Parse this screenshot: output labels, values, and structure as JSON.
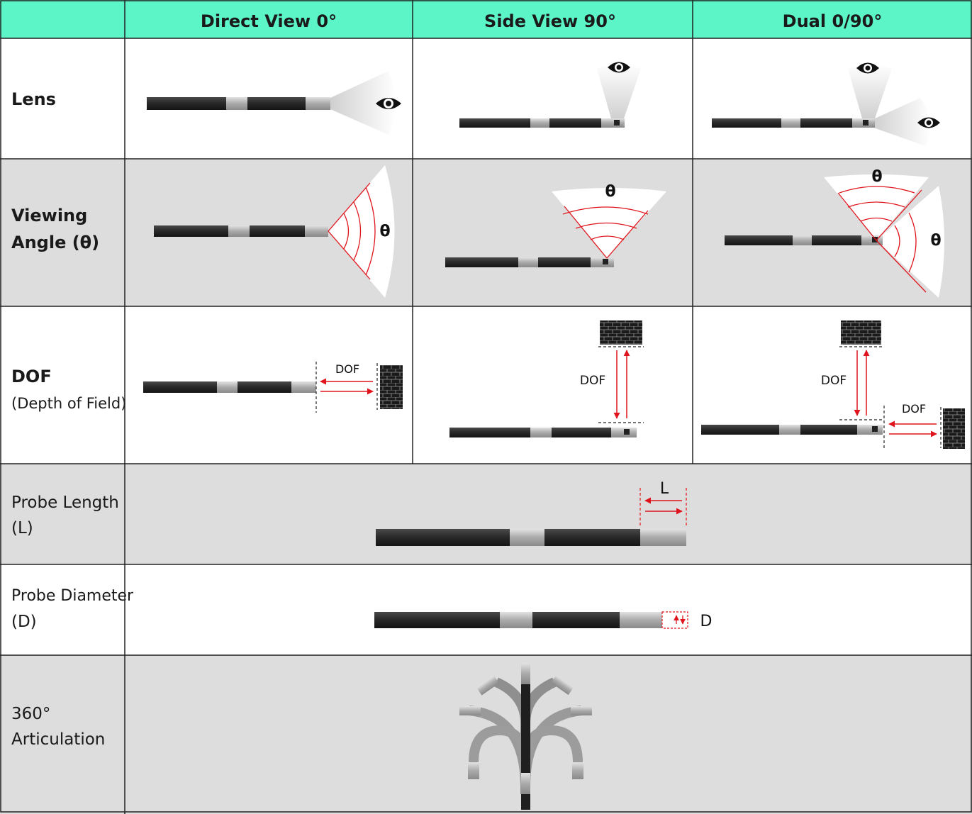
{
  "header": {
    "col1": "Direct View 0°",
    "col2": "Side View 90°",
    "col3": "Dual 0/90°"
  },
  "rows": {
    "lens": {
      "label": "Lens"
    },
    "angle": {
      "label_line1": "Viewing",
      "label_line2": "Angle (θ)",
      "symbol": "θ"
    },
    "dof": {
      "label_line1": "DOF",
      "label_line2": "(Depth of Field)",
      "marker": "DOF"
    },
    "length": {
      "label_line1": "Probe Length",
      "label_line2": "(L)",
      "marker": "L"
    },
    "diameter": {
      "label_line1": "Probe Diameter",
      "label_line2": "(D)",
      "marker": "D"
    },
    "articulation": {
      "label_line1": "360°",
      "label_line2": "Articulation"
    }
  },
  "colors": {
    "header_bg": "#5cf5c8",
    "shaded_row": "#dddddd",
    "grid_line": "#222222",
    "probe_dark": "#2b2b2b",
    "probe_metal": "#b8b8b8",
    "accent_red": "#e0141c"
  }
}
